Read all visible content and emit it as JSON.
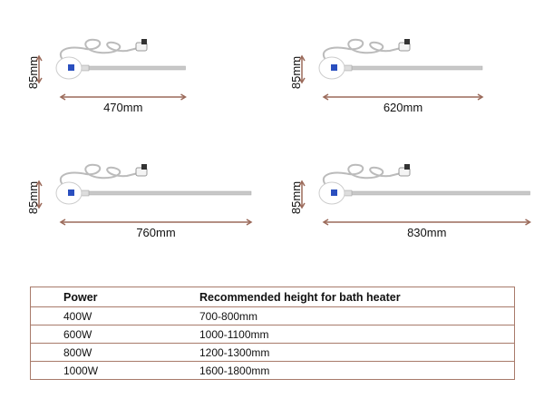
{
  "colors": {
    "dimension": "#9b6a5a",
    "rod": "#c8c8c8",
    "display": "#2a4fbf"
  },
  "height_label": "85mm",
  "heaters": [
    {
      "length_mm": 470,
      "length_label": "470mm"
    },
    {
      "length_mm": 620,
      "length_label": "620mm"
    },
    {
      "length_mm": 760,
      "length_label": "760mm"
    },
    {
      "length_mm": 830,
      "length_label": "830mm"
    }
  ],
  "table": {
    "headers": [
      "Power",
      "Recommended height for bath heater"
    ],
    "rows": [
      [
        "400W",
        "700-800mm"
      ],
      [
        "600W",
        "1000-1100mm"
      ],
      [
        "800W",
        "1200-1300mm"
      ],
      [
        "1000W",
        "1600-1800mm"
      ]
    ]
  }
}
